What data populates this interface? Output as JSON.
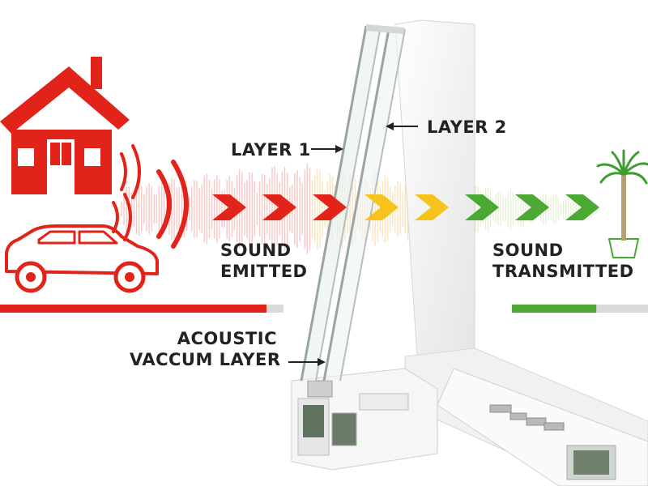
{
  "labels": {
    "layer1": "LAYER 1",
    "layer2": "LAYER 2",
    "sound_emitted": [
      "SOUND",
      "EMITTED"
    ],
    "sound_transmitted": [
      "SOUND",
      "TRANSMITTED"
    ],
    "acoustic_layer": [
      "ACOUSTIC",
      "VACCUM LAYER"
    ]
  },
  "icons": [
    "house-icon",
    "car-icon",
    "sound-wave-icon",
    "plant-icon",
    "arrow-left-icon",
    "arrow-right-icon",
    "window-frame-illustration"
  ],
  "colors": {
    "emitted_red": "#e2231a",
    "transition_yellow": "#f6c21c",
    "transmitted_green": "#4ba833",
    "bar_track": "#d9d9d9",
    "text": "#222222"
  },
  "meters": {
    "sound_emitted_level": 0.94,
    "sound_transmitted_level": 0.62
  }
}
